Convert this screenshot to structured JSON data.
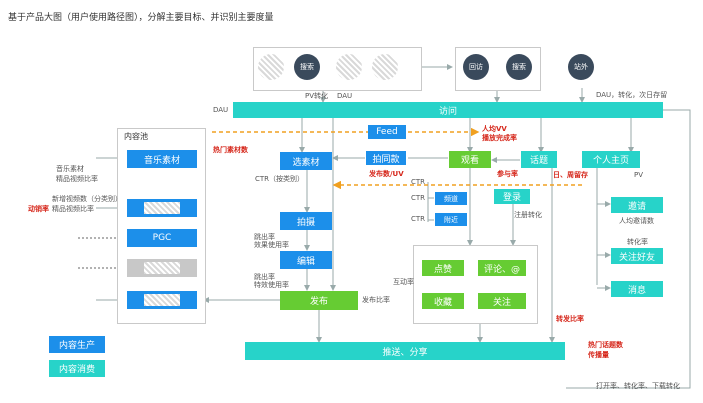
{
  "title": "基于产品大图（用户使用路径图），分解主要目标、并识别主要度量",
  "top": {
    "search_a": "搜索",
    "return_visit": "回访",
    "search_b": "搜索",
    "external": "站外",
    "pv_conv": "PV转化",
    "dau_under": "DAU",
    "dau_right": "DAU，转化，次日存留",
    "dau_left": "DAU"
  },
  "visit": "访问",
  "pool": {
    "title": "内容池",
    "music": "音乐素材",
    "pgc": "PGC",
    "hot_materials": "热门素材数",
    "m1": "音乐素材",
    "m2": "精品视频比率",
    "m3": "新增视频数（分类别）",
    "m4": "精品视频比率",
    "active_rate": "动销率"
  },
  "flow": {
    "feed": "Feed",
    "select": "选素材",
    "ctr_cat": "CTR（按类别）",
    "shoot": "拍摄",
    "jump_rate_1": "跳出率",
    "effect_usage": "效果使用率",
    "edit": "编辑",
    "jump_rate_2": "跳出率",
    "effect_usage_2": "特效使用率",
    "publish": "发布",
    "publish_rate": "发布比率",
    "shoot_count": "拍同款",
    "publish_uv": "发布数/UV",
    "watch": "观看",
    "per_vv": "人均VV",
    "completion": "播放完成率",
    "participation": "参与率",
    "topic": "话题",
    "day_week": "日、周留存",
    "personal": "个人主页",
    "pv": "PV",
    "ctr1": "CTR",
    "ctr2": "CTR",
    "ctr3": "CTR",
    "channel": "频道",
    "nearby": "附近",
    "login": "登录",
    "register": "注册转化",
    "interaction": "互动率",
    "like": "点赞",
    "comment": "评论、@",
    "favorite": "收藏",
    "follow": "关注",
    "invite": "邀请",
    "invite_count": "人均邀请数",
    "conv_rate": "转化率",
    "follow_friend": "关注好友",
    "message": "消息",
    "forward_rate": "转发比率",
    "hot_topics": "热门话题数",
    "spread": "传播量"
  },
  "push": "推送、分享",
  "bottom_right": "打开率、转化率、下载转化",
  "legend": {
    "production": "内容生产",
    "consumption": "内容消费"
  },
  "colors": {
    "cyan": "#27d3c9",
    "blue": "#1c8fea",
    "green": "#66cc33",
    "red_text": "#d6281c",
    "dark_node": "#3a4a5c",
    "dashed": "#f0a020"
  }
}
